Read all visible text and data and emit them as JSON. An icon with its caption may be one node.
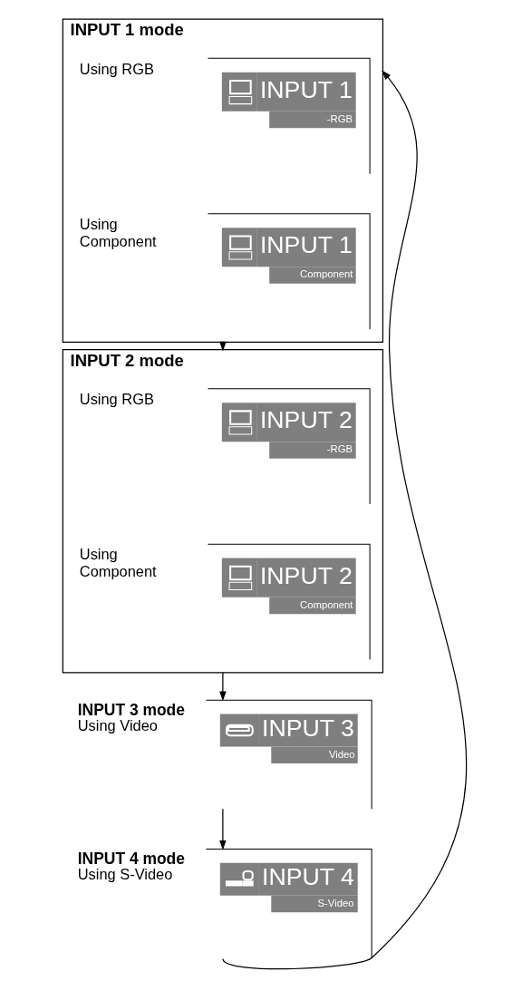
{
  "diagram": {
    "nodes": [
      {
        "text": [
          "INPUT 1 mode"
        ]
      },
      {
        "text": [
          "INPUT 1",
          "-RGB"
        ],
        "beside": [
          "Using RGB"
        ],
        "in": 0
      },
      {
        "text": [
          "INPUT 1",
          "Component"
        ],
        "beside": [
          "Using Component"
        ],
        "in": 0
      },
      {
        "text": [
          "INPUT 2 mode"
        ]
      },
      {
        "text": [
          "INPUT 2",
          "-RGB"
        ],
        "beside": [
          "Using RGB"
        ],
        "in": 3
      },
      {
        "text": [
          "INPUT 2",
          "Component"
        ],
        "beside": [
          "Using Component"
        ],
        "in": 3
      },
      {
        "text": [
          "INPUT 3",
          "Video"
        ],
        "beside": [
          "INPUT 3 mode",
          "Using Video"
        ]
      },
      {
        "text": [
          "INPUT 4",
          "S-Video"
        ],
        "beside": [
          "INPUT 4 mode",
          "Using S-Video"
        ]
      }
    ],
    "edges": [
      {
        "from": 0,
        "to": 3,
        "arrow": "to"
      },
      {
        "from": 3,
        "to": 6,
        "arrow": "to"
      },
      {
        "from": 6,
        "to": 7,
        "arrow": "to"
      },
      {
        "from": 7,
        "to": 0,
        "arrow": "to"
      }
    ]
  }
}
